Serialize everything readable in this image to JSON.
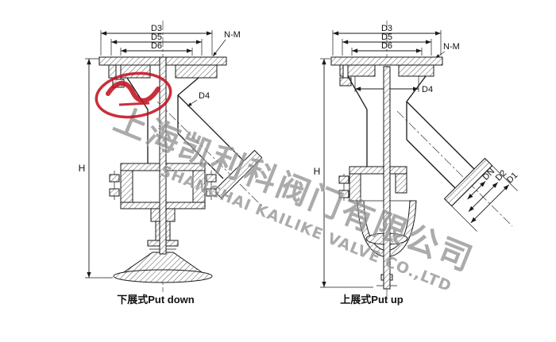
{
  "left_drawing": {
    "caption": "下展式Put down",
    "labels": {
      "D3": "D3",
      "D5": "D5",
      "D6": "D6",
      "NM": "N-M",
      "D4": "D4",
      "H": "H"
    }
  },
  "right_drawing": {
    "caption": "上展式Put up",
    "labels": {
      "D3": "D3",
      "D5": "D5",
      "D6": "D6",
      "NM": "N-M",
      "D4": "D4",
      "H": "H",
      "DN": "DN",
      "D2": "D2",
      "D1": "D1"
    }
  },
  "watermark": {
    "chinese": "上海凯利科阀门有限公司",
    "english": "SHANGHAI KAILIKE VALVE CO.,LTD",
    "color": "#8c8c8c"
  },
  "logo": {
    "color": "#c41220"
  },
  "colors": {
    "line": "#1a1a1a",
    "background": "#ffffff"
  }
}
